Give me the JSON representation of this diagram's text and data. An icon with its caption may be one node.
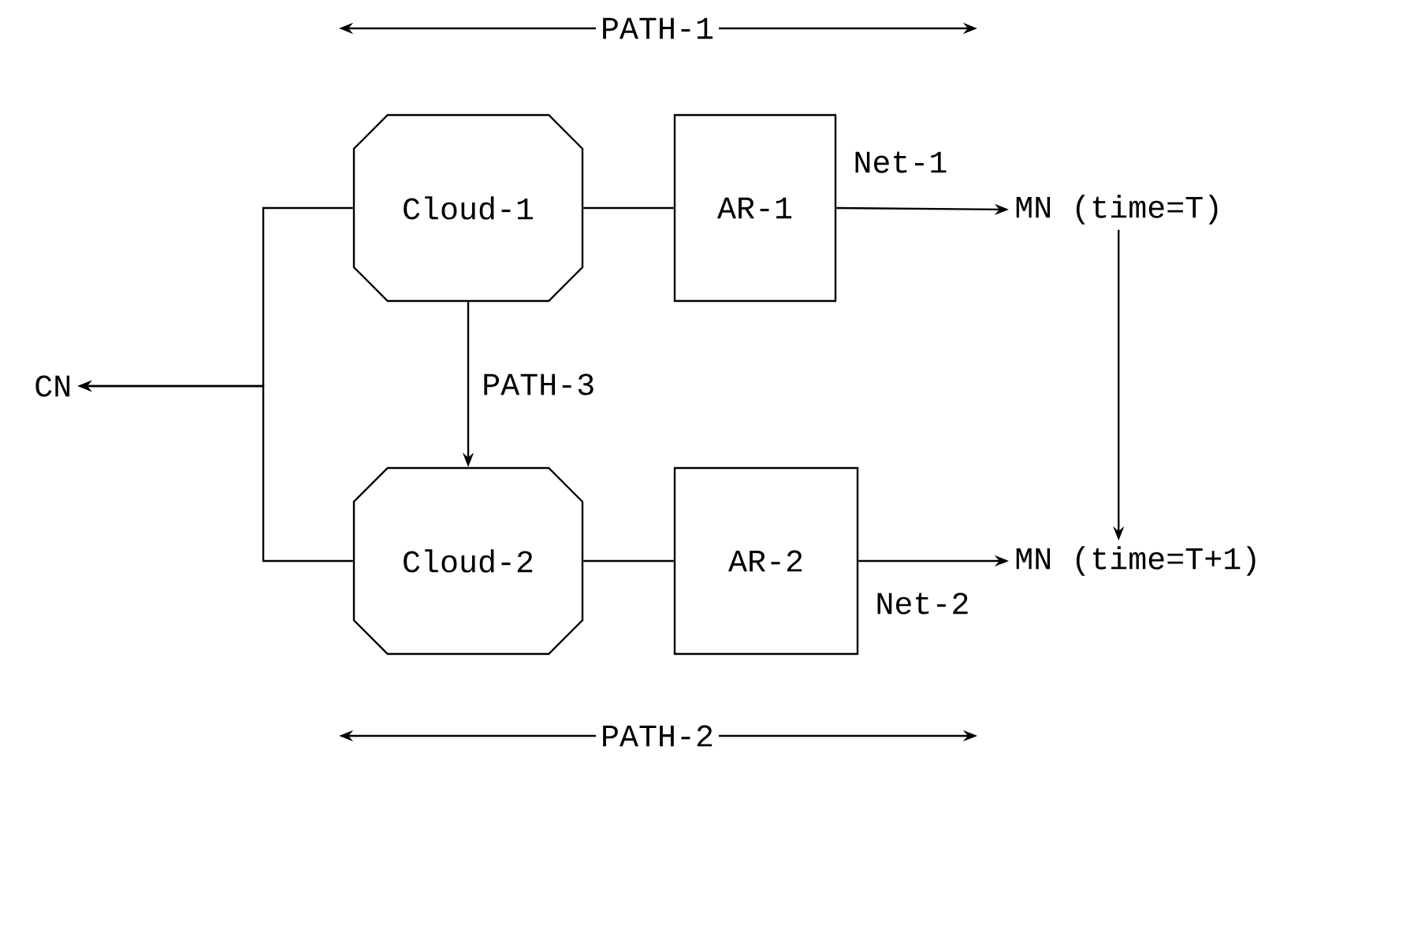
{
  "diagram": {
    "nodes": [
      {
        "text": [
          "Cloud-1"
        ]
      },
      {
        "text": [
          "AR-1"
        ],
        "beside": [
          "Net-1"
        ]
      },
      {
        "text": [
          "MN (time=T)"
        ]
      },
      {
        "text": [
          "CN"
        ]
      },
      {
        "text": [
          "Cloud-2"
        ]
      },
      {
        "text": [
          "AR-2"
        ],
        "beside": [
          "Net-2"
        ]
      },
      {
        "text": [
          "MN (time=T+1)"
        ]
      }
    ],
    "edges": [
      {
        "from": 0,
        "to": 1,
        "arrow": "none"
      },
      {
        "from": 1,
        "to": 2,
        "arrow": "to"
      },
      {
        "from": 0,
        "to": 3,
        "arrow": "to"
      },
      {
        "from": 4,
        "to": 3,
        "arrow": "to"
      },
      {
        "from": 0,
        "to": 4,
        "arrow": "to",
        "label": "PATH-3"
      },
      {
        "from": 2,
        "to": 6,
        "arrow": "to"
      },
      {
        "from": 4,
        "to": 5,
        "arrow": "none"
      },
      {
        "from": 5,
        "to": 6,
        "arrow": "to"
      }
    ],
    "labels": [
      "PATH-1",
      "PATH-2"
    ]
  }
}
